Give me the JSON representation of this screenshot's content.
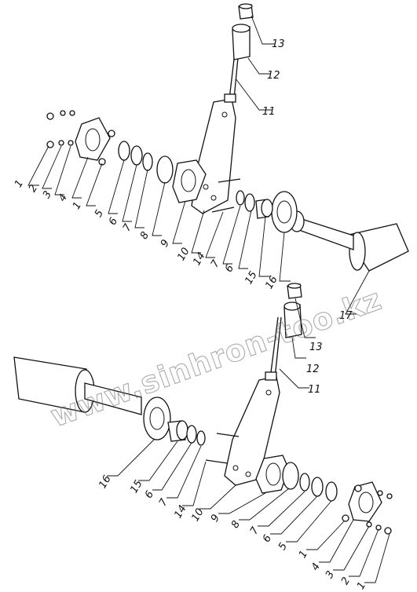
{
  "watermark": "www.sinhron-too.kz",
  "assembly_top": {
    "callouts": [
      "1",
      "2",
      "3",
      "4",
      "1",
      "5",
      "6",
      "7",
      "8",
      "9",
      "10",
      "14",
      "7",
      "6",
      "15",
      "16",
      "17",
      "11",
      "12",
      "13"
    ]
  },
  "assembly_bottom": {
    "callouts": [
      "16",
      "15",
      "6",
      "7",
      "14",
      "10",
      "9",
      "8",
      "7",
      "6",
      "5",
      "1",
      "4",
      "3",
      "2",
      "1",
      "11",
      "12",
      "13"
    ]
  }
}
